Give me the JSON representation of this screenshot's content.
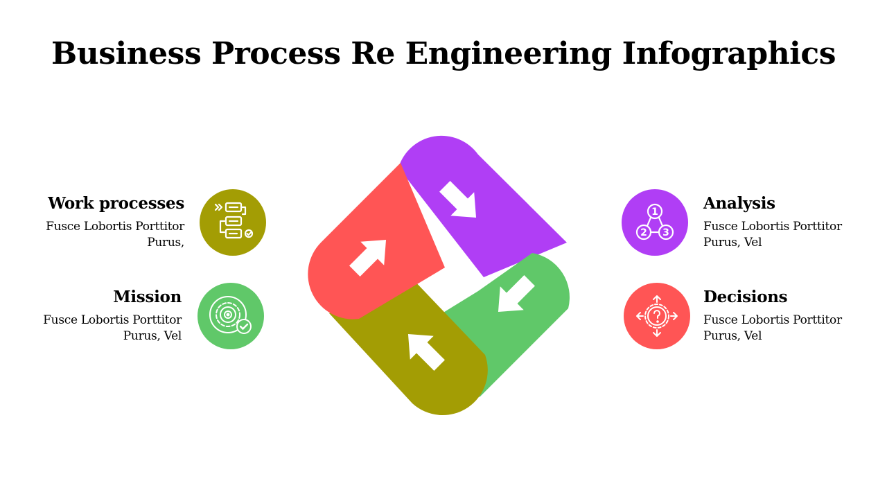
{
  "title": "Business Process Re Engineering Infographics",
  "colors": {
    "olive": "#A39D04",
    "green": "#60C869",
    "purple": "#B03EF5",
    "red": "#FF5555",
    "text": "#000000"
  },
  "items": [
    {
      "key": "work",
      "heading": "Work processes",
      "text": "Fusce Lobortis Porttitor Purus,",
      "icon": "workflow-icon"
    },
    {
      "key": "mission",
      "heading": "Mission",
      "text": "Fusce Lobortis Porttitor Purus, Vel",
      "icon": "target-gear-icon"
    },
    {
      "key": "analysis",
      "heading": "Analysis",
      "text": "Fusce Lobortis Porttitor Purus, Vel",
      "icon": "numbered-steps-icon"
    },
    {
      "key": "decisions",
      "heading": "Decisions",
      "text": "Fusce Lobortis Porttitor Purus, Vel",
      "icon": "decision-gear-icon"
    }
  ]
}
